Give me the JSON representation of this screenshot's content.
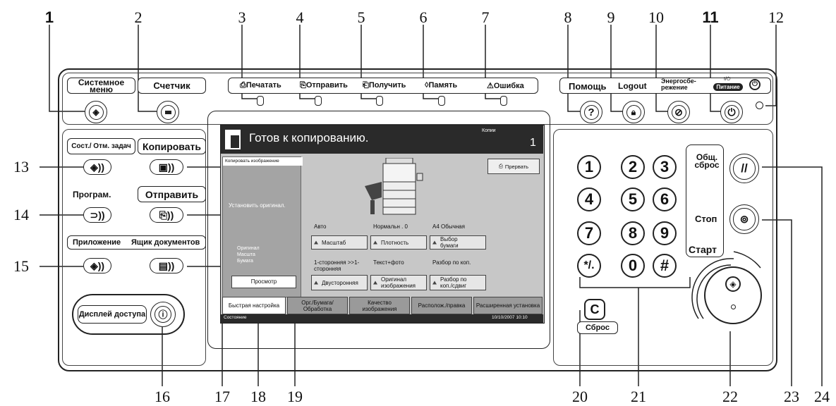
{
  "callouts": [
    "1",
    "2",
    "3",
    "4",
    "5",
    "6",
    "7",
    "8",
    "9",
    "10",
    "11",
    "12",
    "13",
    "14",
    "15",
    "16",
    "17",
    "18",
    "19",
    "20",
    "21",
    "22",
    "23",
    "24"
  ],
  "top_labels": {
    "system_menu": "Системное меню",
    "counter": "Счетчик",
    "print": "Печатать",
    "send": "Отправить",
    "receive": "Получить",
    "memory": "Память",
    "error": "Ошибка",
    "help": "Помощь",
    "logout": "Logout",
    "energy_saver": "Энергосбе-режение",
    "power": "Питание",
    "power_mark": "I/⏻"
  },
  "left_labels": {
    "job_status": "Сост./ Отм. задач",
    "copy": "Копировать",
    "program": "Програм.",
    "send": "Отправить",
    "application": "Приложение",
    "document_box": "Ящик документов",
    "accessibility_display": "Дисплей доступа"
  },
  "screen": {
    "title": "Готов к копированию.",
    "copies_label": "Копии",
    "copies_value": "1",
    "preview_header": "Копировать изображение",
    "place_original": "Установить оригинал.",
    "original": "Оригинал",
    "zoom": "Масшта",
    "paper": "Бумага",
    "preview_button": "Просмотр",
    "interrupt_button": "Прервать",
    "settings": [
      {
        "status": "Авто",
        "button": "Масштаб"
      },
      {
        "status": "Нормальн . 0",
        "button": "Плотность"
      },
      {
        "status": "A4 Обычная",
        "button": "Выбор бумаги"
      },
      {
        "status": "1-сторонняя >>1-сторонняя",
        "button": "Двусторонняя"
      },
      {
        "status": "Текст+фото",
        "button": "Оригинал изображения"
      },
      {
        "status": "Разбор по коп.",
        "button": "Разбор по коп./сдвиг"
      }
    ],
    "tabs": [
      "Быстрая настройка",
      "Орг./Бумага/ Обработка",
      "Качество изображения",
      "Располож./правка",
      "Расширенная установка"
    ],
    "status_bar": "Состояние",
    "datetime": "10/10/2007  10:10"
  },
  "right_labels": {
    "reset": "Общ. сброс",
    "stop": "Стоп",
    "start": "Старт",
    "clear": "Сброс"
  },
  "keypad": [
    "1",
    "2",
    "3",
    "4",
    "5",
    "6",
    "7",
    "8",
    "9",
    "*/.",
    "0",
    "#"
  ],
  "keypad_clear": "C"
}
